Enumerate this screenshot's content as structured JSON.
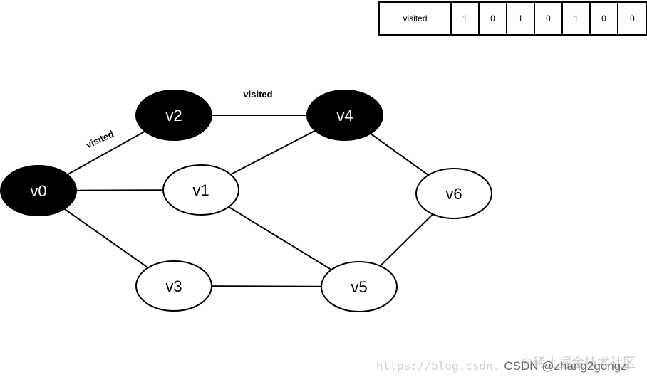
{
  "table": {
    "header": "visited",
    "values": [
      "1",
      "0",
      "1",
      "0",
      "1",
      "0",
      "0"
    ]
  },
  "nodes": [
    {
      "id": "v0",
      "label": "v0",
      "visited": true
    },
    {
      "id": "v1",
      "label": "v1",
      "visited": false
    },
    {
      "id": "v2",
      "label": "v2",
      "visited": true
    },
    {
      "id": "v3",
      "label": "v3",
      "visited": false
    },
    {
      "id": "v4",
      "label": "v4",
      "visited": true
    },
    {
      "id": "v5",
      "label": "v5",
      "visited": false
    },
    {
      "id": "v6",
      "label": "v6",
      "visited": false
    }
  ],
  "edges": [
    {
      "from": "v0",
      "to": "v2",
      "label": "visited"
    },
    {
      "from": "v2",
      "to": "v4",
      "label": "visited"
    },
    {
      "from": "v0",
      "to": "v1",
      "label": ""
    },
    {
      "from": "v0",
      "to": "v3",
      "label": ""
    },
    {
      "from": "v1",
      "to": "v4",
      "label": ""
    },
    {
      "from": "v1",
      "to": "v5",
      "label": ""
    },
    {
      "from": "v3",
      "to": "v5",
      "label": ""
    },
    {
      "from": "v4",
      "to": "v6",
      "label": ""
    },
    {
      "from": "v5",
      "to": "v6",
      "label": ""
    }
  ],
  "colors": {
    "visited_fill": "#000000",
    "visited_text": "#ffffff",
    "unvisited_fill": "#ffffff",
    "unvisited_text": "#000000",
    "edge": "#000000"
  },
  "watermark": {
    "url": "https://blog.csdn.",
    "credit": "CSDN @zhang2gongzi",
    "community": "@稀土掘金技术社区"
  }
}
